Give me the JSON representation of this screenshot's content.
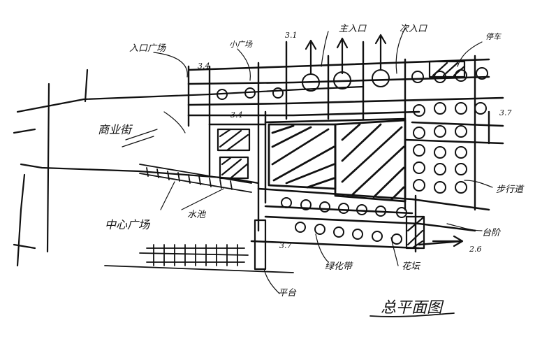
{
  "labels": {
    "l_top_left": "入口广场",
    "l_top_mid": "小广场",
    "l_top_dim_1": "3.1",
    "l_top_mid2": "主入口",
    "l_top_right": "次入口",
    "l_top_far": "停车",
    "l_small_left_dim": "3.4",
    "l_left_text": "商业街",
    "l_dim_mid": "3.4",
    "l_right_dim": "3.7",
    "l_right_side": "步行道",
    "l_left_lower": "中心广场",
    "l_mid_lower": "水池",
    "l_dim_low": "3.7",
    "l_right_lower1": "台阶",
    "l_dim_low2": "2.6",
    "l_bottom_mid1": "绿化带",
    "l_bottom_mid2": "花坛",
    "l_bottom_left": "平台",
    "l_title": "总平面图"
  }
}
